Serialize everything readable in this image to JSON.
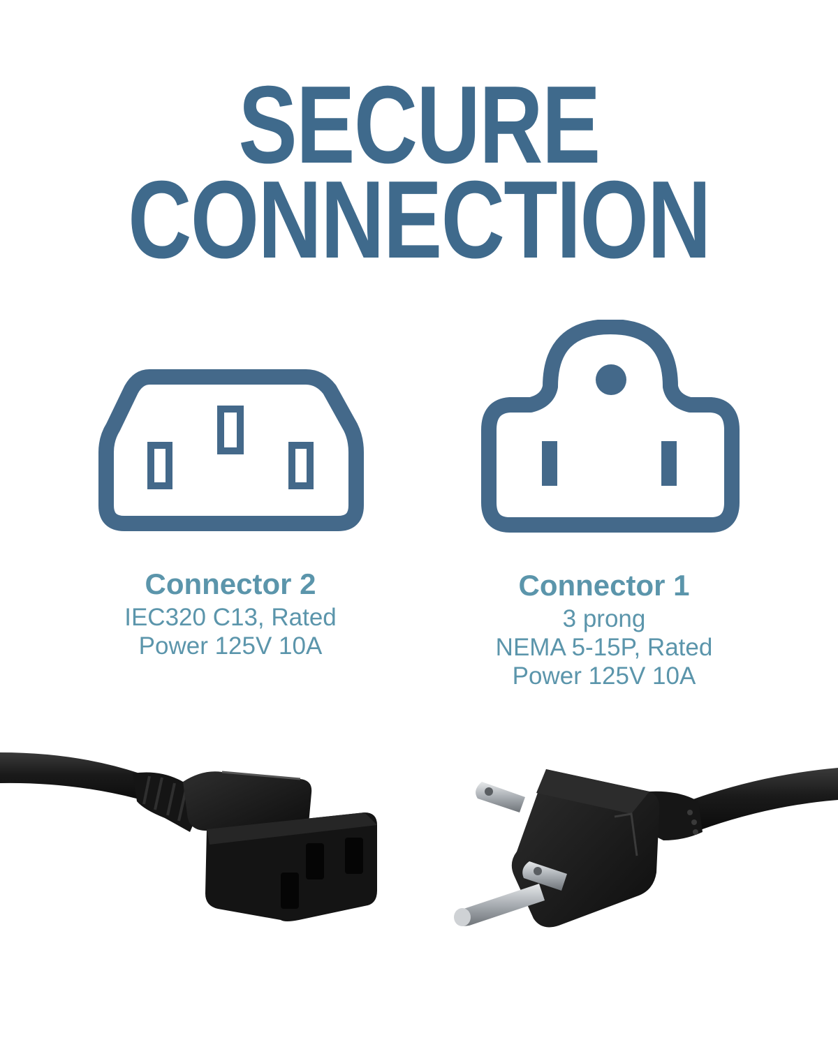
{
  "headline": {
    "line1": "SECURE",
    "line2": "CONNECTION"
  },
  "connector_2": {
    "title": "Connector 2",
    "lines": [
      "IEC320 C13, Rated",
      "Power 125V 10A"
    ],
    "icon": "iec-c13-outlet-icon"
  },
  "connector_1": {
    "title": "Connector 1",
    "lines": [
      "3 prong",
      "NEMA 5-15P, Rated",
      "Power 125V 10A"
    ],
    "icon": "nema-5-15-outlet-icon"
  },
  "colors": {
    "headline": "#3f6a8c",
    "icon_stroke": "#44698a",
    "caption": "#5b95ab",
    "cable": "#1c1c1c",
    "prong_metal": "#b9bdc1",
    "background": "#ffffff"
  }
}
